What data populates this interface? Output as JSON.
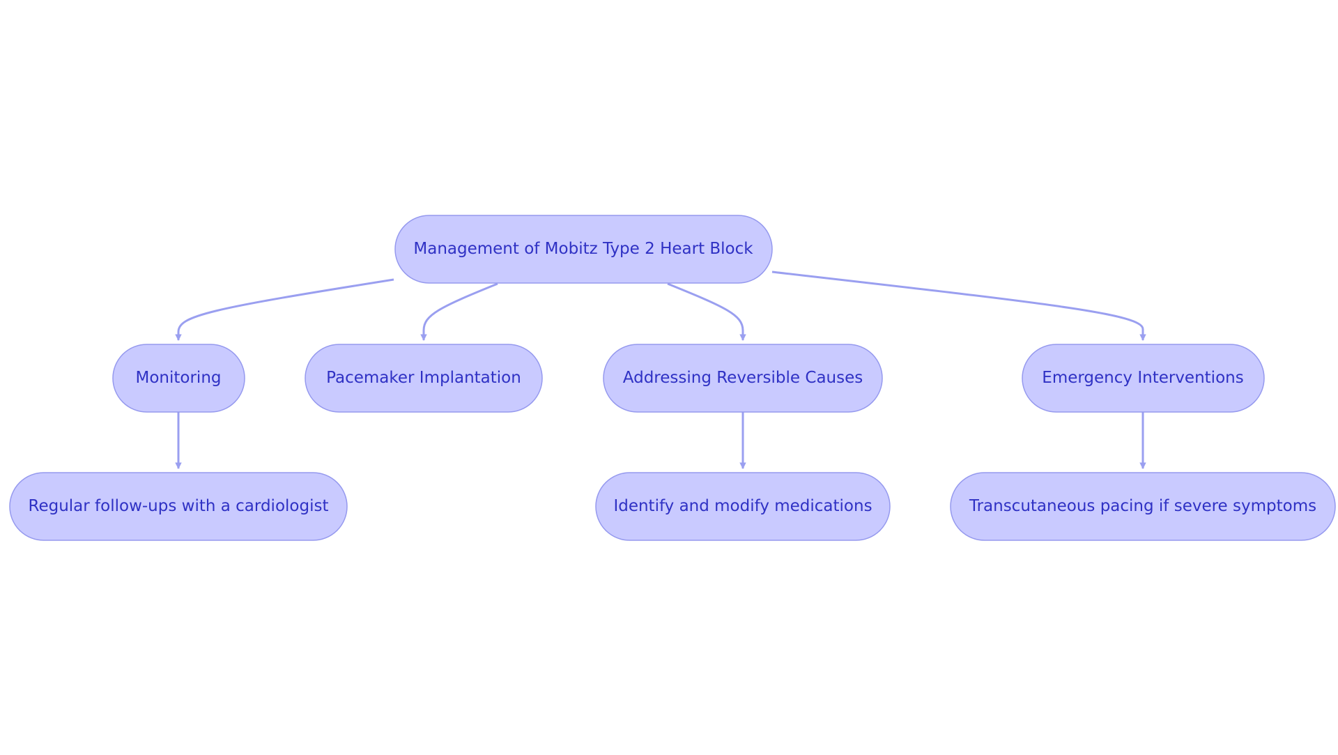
{
  "diagram": {
    "type": "flowchart-tree",
    "colors": {
      "node_fill": "#c9caff",
      "node_stroke": "#9599ee",
      "node_text": "#2f31c4",
      "edge": "#9a9ff0",
      "background": "#ffffff"
    },
    "nodes": {
      "root": {
        "label": "Management of Mobitz Type 2 Heart Block"
      },
      "monitoring": {
        "label": "Monitoring"
      },
      "pacemaker": {
        "label": "Pacemaker Implantation"
      },
      "reversible": {
        "label": "Addressing Reversible Causes"
      },
      "emergency": {
        "label": "Emergency Interventions"
      },
      "followups": {
        "label": "Regular follow-ups with a cardiologist"
      },
      "medications": {
        "label": "Identify and modify medications"
      },
      "pacing": {
        "label": "Transcutaneous pacing if severe symptoms"
      }
    },
    "edges": [
      {
        "from": "root",
        "to": "monitoring"
      },
      {
        "from": "root",
        "to": "pacemaker"
      },
      {
        "from": "root",
        "to": "reversible"
      },
      {
        "from": "root",
        "to": "emergency"
      },
      {
        "from": "monitoring",
        "to": "followups"
      },
      {
        "from": "reversible",
        "to": "medications"
      },
      {
        "from": "emergency",
        "to": "pacing"
      }
    ]
  }
}
